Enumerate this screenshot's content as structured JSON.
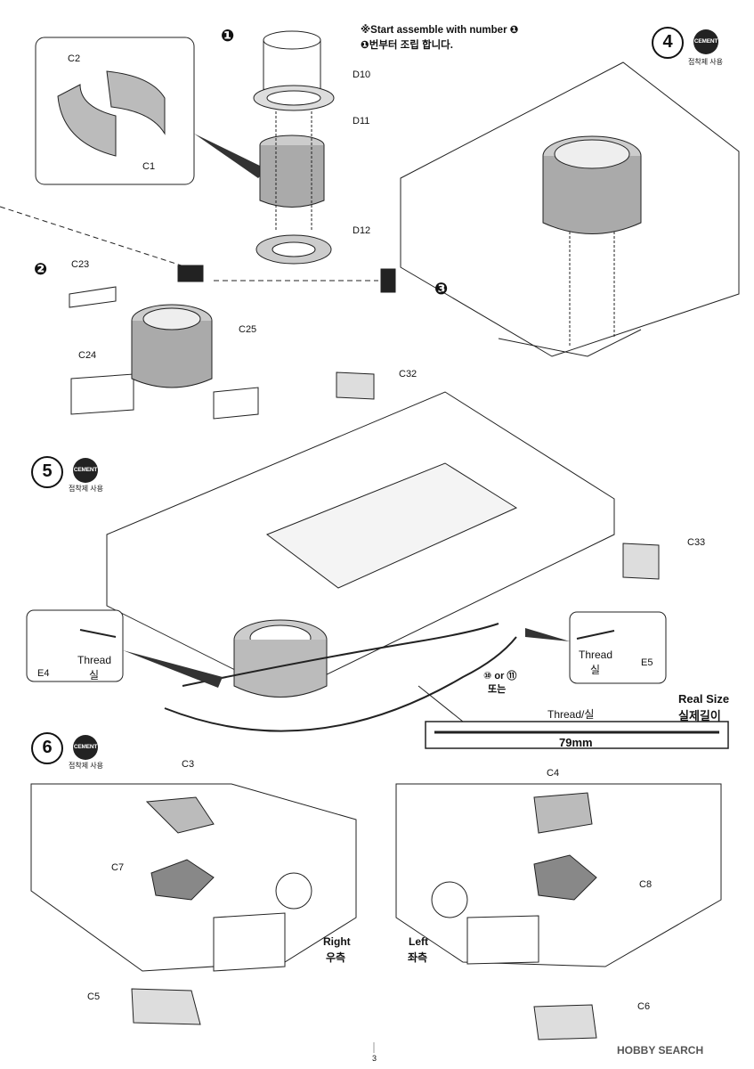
{
  "header": {
    "note_en": "※Start assemble with number ❶",
    "note_kr": "❶번부터 조립 합니다."
  },
  "steps": {
    "s1": "❶",
    "s2": "❷",
    "s3": "❸",
    "s4": "4",
    "s5": "5",
    "s6": "6",
    "variant_mark": "⑩ or ⑪",
    "variant_kr": "또는"
  },
  "cement": {
    "badge": "CEMENT",
    "kr": "접착제 사용"
  },
  "parts": {
    "C1": "C1",
    "C2": "C2",
    "C3": "C3",
    "C4": "C4",
    "C5": "C5",
    "C6": "C6",
    "C7": "C7",
    "C8": "C8",
    "C23": "C23",
    "C24": "C24",
    "C25": "C25",
    "C32": "C32",
    "C33": "C33",
    "D10": "D10",
    "D11": "D11",
    "D12": "D12",
    "E4": "E4",
    "E5": "E5"
  },
  "thread": {
    "left_en": "Thread",
    "left_kr": "실",
    "right_en": "Thread",
    "right_kr": "실",
    "real_size_en": "Real Size",
    "real_size_kr": "실제길이",
    "bar_label": "Thread/실",
    "length": "79mm"
  },
  "sides": {
    "right_en": "Right",
    "right_kr": "우측",
    "left_en": "Left",
    "left_kr": "좌측"
  },
  "footer": {
    "page_number": "3",
    "watermark": "HOBBY SEARCH"
  }
}
